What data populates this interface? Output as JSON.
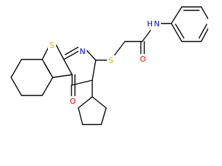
{
  "molecule": {
    "atoms": {
      "s_thiophene": {
        "label": "S",
        "color": "#c8b400"
      },
      "s_thioether": {
        "label": "S",
        "color": "#c8b400"
      },
      "n_pyrimidine": {
        "label": "N",
        "color": "#0000ff"
      },
      "n_amide": {
        "label": "N",
        "color": "#0000ff"
      },
      "h_amide": {
        "label": "H",
        "color": "#0000ff"
      },
      "o_amide": {
        "label": "O",
        "color": "#ff0000"
      },
      "o_keto": {
        "label": "O",
        "color": "#ff0000"
      }
    }
  }
}
